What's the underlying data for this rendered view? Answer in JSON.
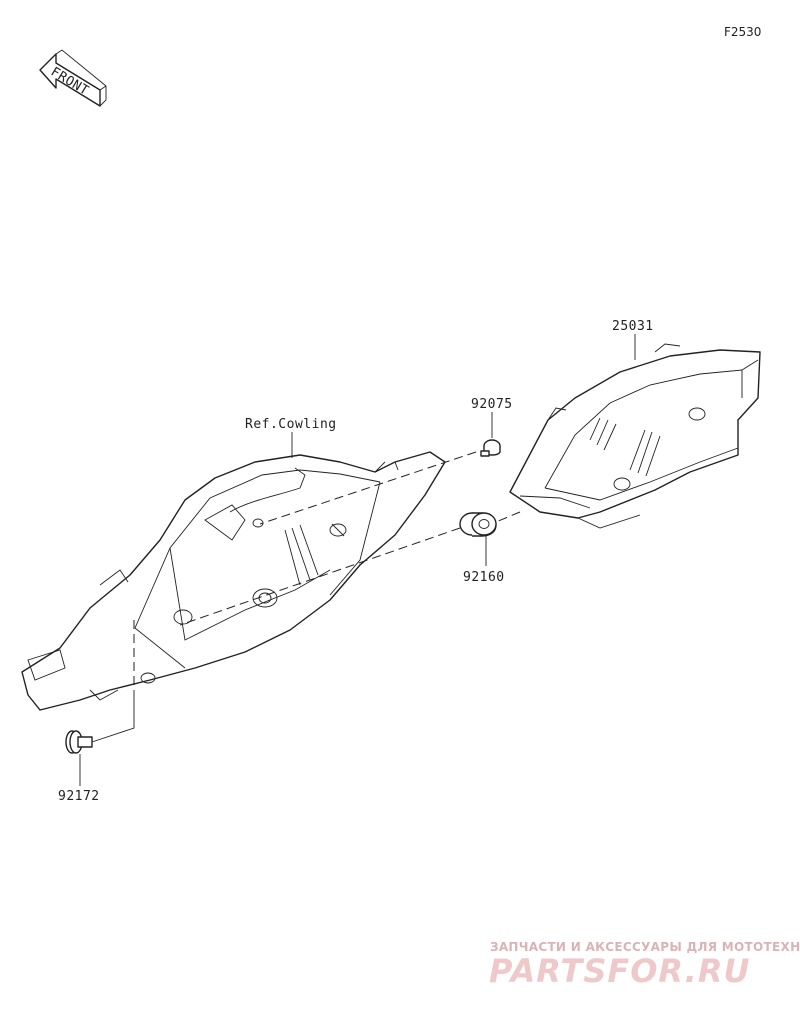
{
  "figure": {
    "number": "F2530"
  },
  "front_marker": {
    "label": "FRONT"
  },
  "callouts": {
    "ref_cowling": "Ref.Cowling",
    "meter": "25031",
    "screw_top": "92075",
    "grommet": "92160",
    "bolt": "92172"
  },
  "watermark": {
    "tagline": "ЗАПЧАСТИ И АКСЕССУАРЫ ДЛЯ МОТОТЕХНИКИ",
    "logo": "PARTSFOR.RU",
    "color": "#e8bcbc"
  }
}
